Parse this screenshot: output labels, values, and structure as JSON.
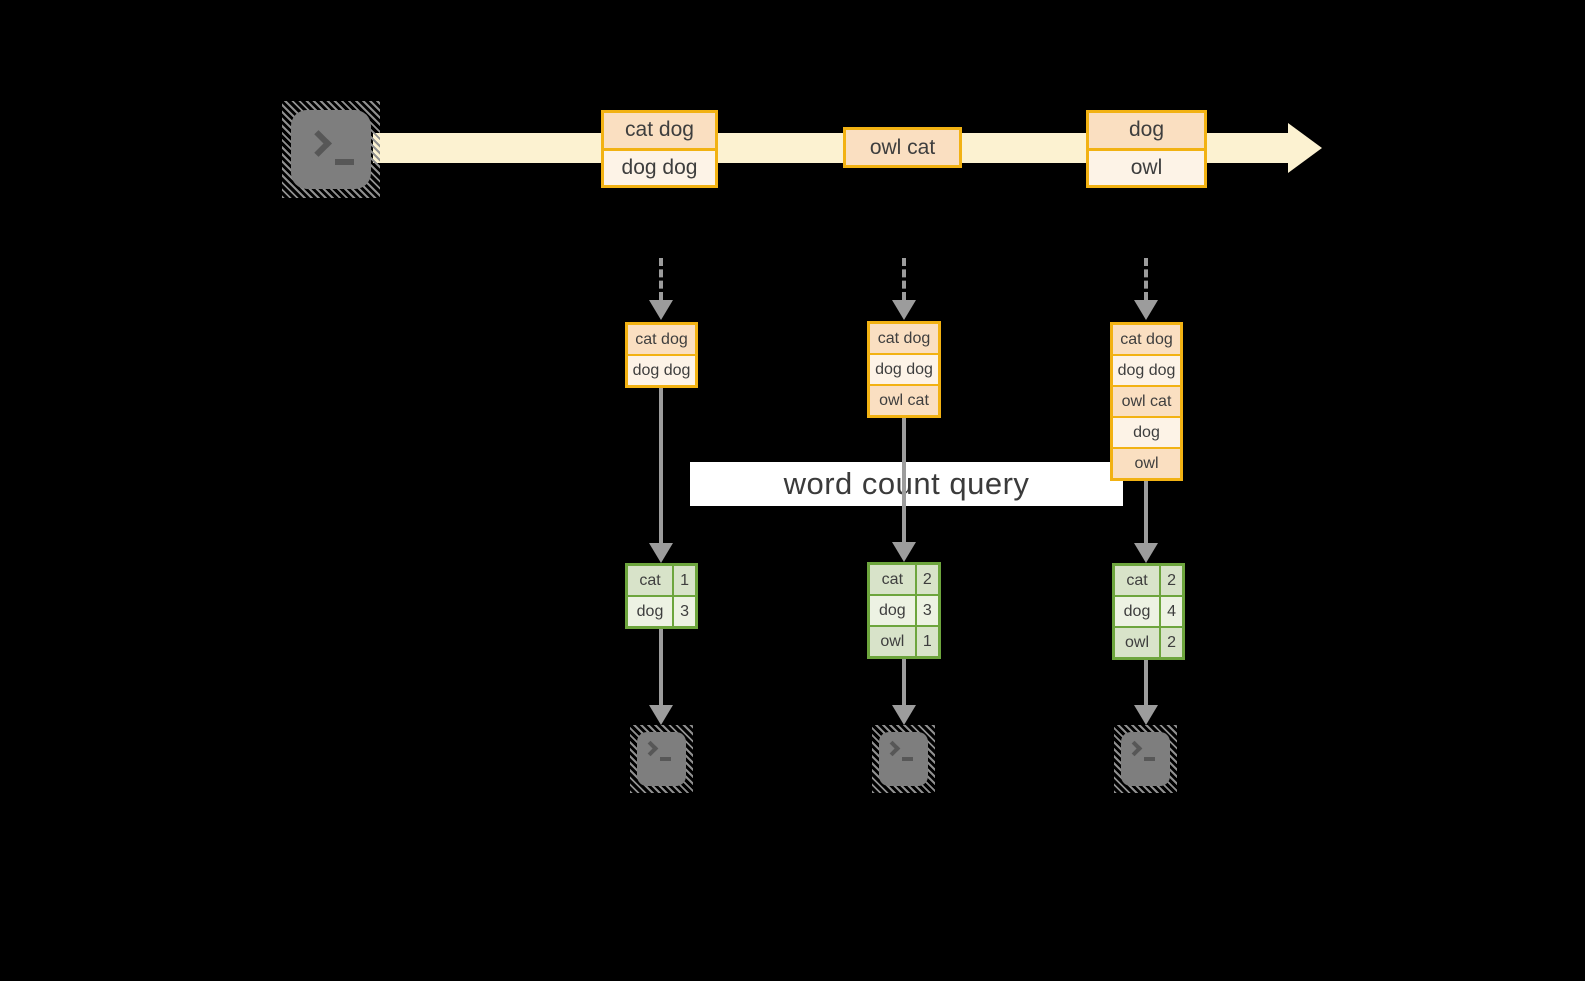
{
  "diagram": {
    "query_label": "word count query",
    "stream": {
      "events": [
        {
          "lines": [
            "cat dog",
            "dog dog"
          ]
        },
        {
          "lines": [
            "owl cat"
          ]
        },
        {
          "lines": [
            "dog",
            "owl"
          ]
        }
      ]
    },
    "columns": [
      {
        "buffer": [
          "cat dog",
          "dog dog"
        ],
        "counts": [
          {
            "word": "cat",
            "count": "1"
          },
          {
            "word": "dog",
            "count": "3"
          }
        ]
      },
      {
        "buffer": [
          "cat dog",
          "dog dog",
          "owl cat"
        ],
        "counts": [
          {
            "word": "cat",
            "count": "2"
          },
          {
            "word": "dog",
            "count": "3"
          },
          {
            "word": "owl",
            "count": "1"
          }
        ]
      },
      {
        "buffer": [
          "cat dog",
          "dog dog",
          "owl cat",
          "dog",
          "owl"
        ],
        "counts": [
          {
            "word": "cat",
            "count": "2"
          },
          {
            "word": "dog",
            "count": "4"
          },
          {
            "word": "owl",
            "count": "2"
          }
        ]
      }
    ]
  },
  "icons": {
    "source": "terminal-icon",
    "sinks": [
      "terminal-icon",
      "terminal-icon",
      "terminal-icon"
    ]
  },
  "colors": {
    "canvas-bg": "#000000",
    "stream-band": "#fcf2d1",
    "event-row-dark": "#fadfc1",
    "event-row-light": "#fdf3e7",
    "gold-border": "#f2b213",
    "green-border": "#6da53d",
    "count-row-dark": "#d8e3c9",
    "count-row-light": "#edf2e3",
    "arrow-gray": "#9c9c9c",
    "terminal-gray": "#7e7e7e",
    "text-dark": "#3e3e3e",
    "banner-bg": "#ffffff"
  }
}
